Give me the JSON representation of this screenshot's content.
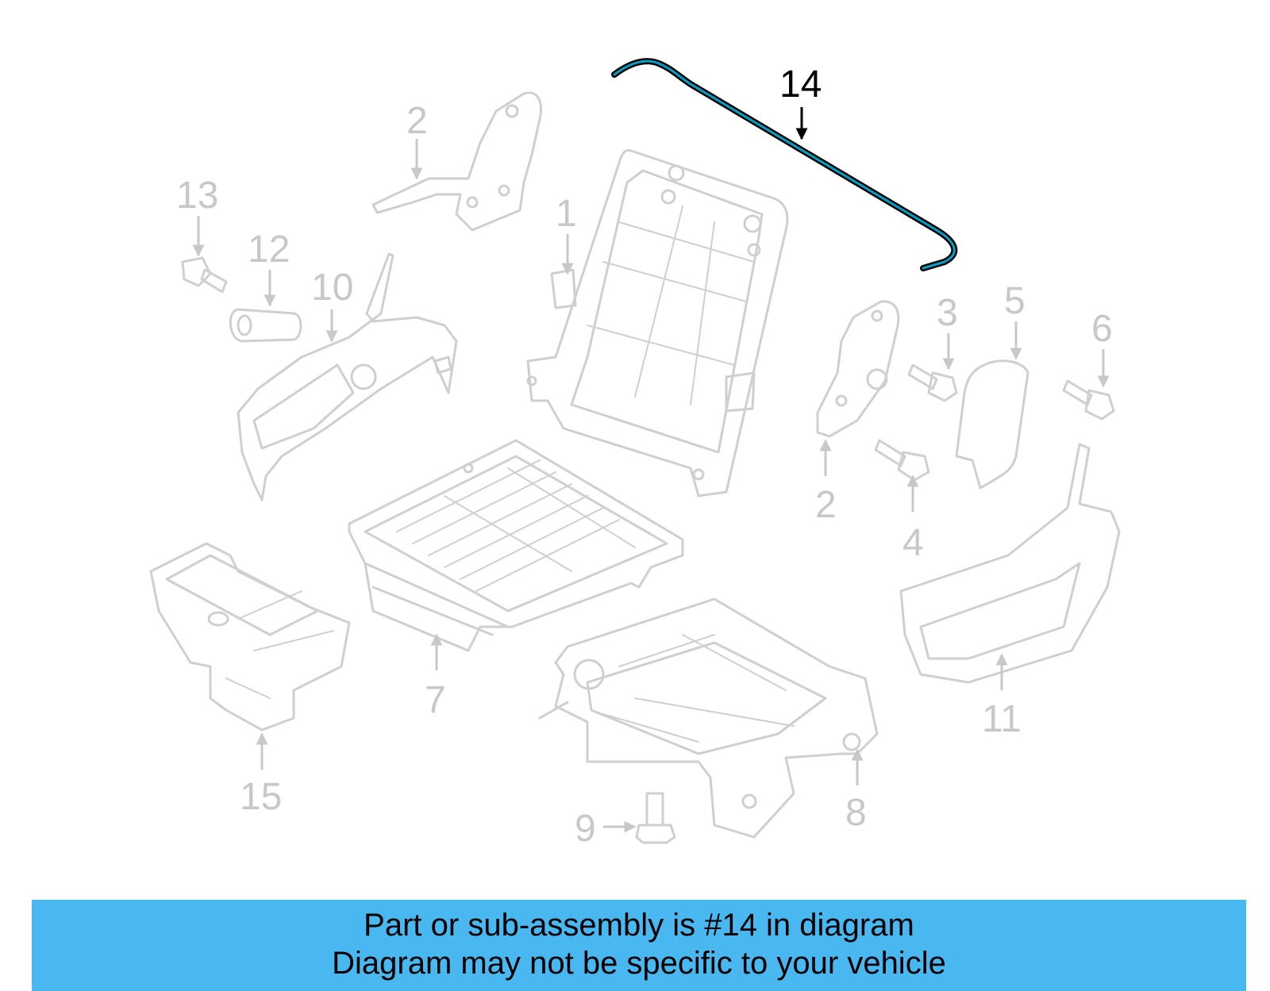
{
  "callouts": {
    "c1": "1",
    "c2a": "2",
    "c2b": "2",
    "c3": "3",
    "c4": "4",
    "c5": "5",
    "c6": "6",
    "c7": "7",
    "c8": "8",
    "c9": "9",
    "c10": "10",
    "c11": "11",
    "c12": "12",
    "c13": "13",
    "c14": "14",
    "c15": "15"
  },
  "highlight_color": "#00a0c6",
  "banner": {
    "line1": "Part or sub-assembly is #14 in diagram",
    "line2": "Diagram may not be specific to your vehicle",
    "background": "#4ab8f0"
  }
}
